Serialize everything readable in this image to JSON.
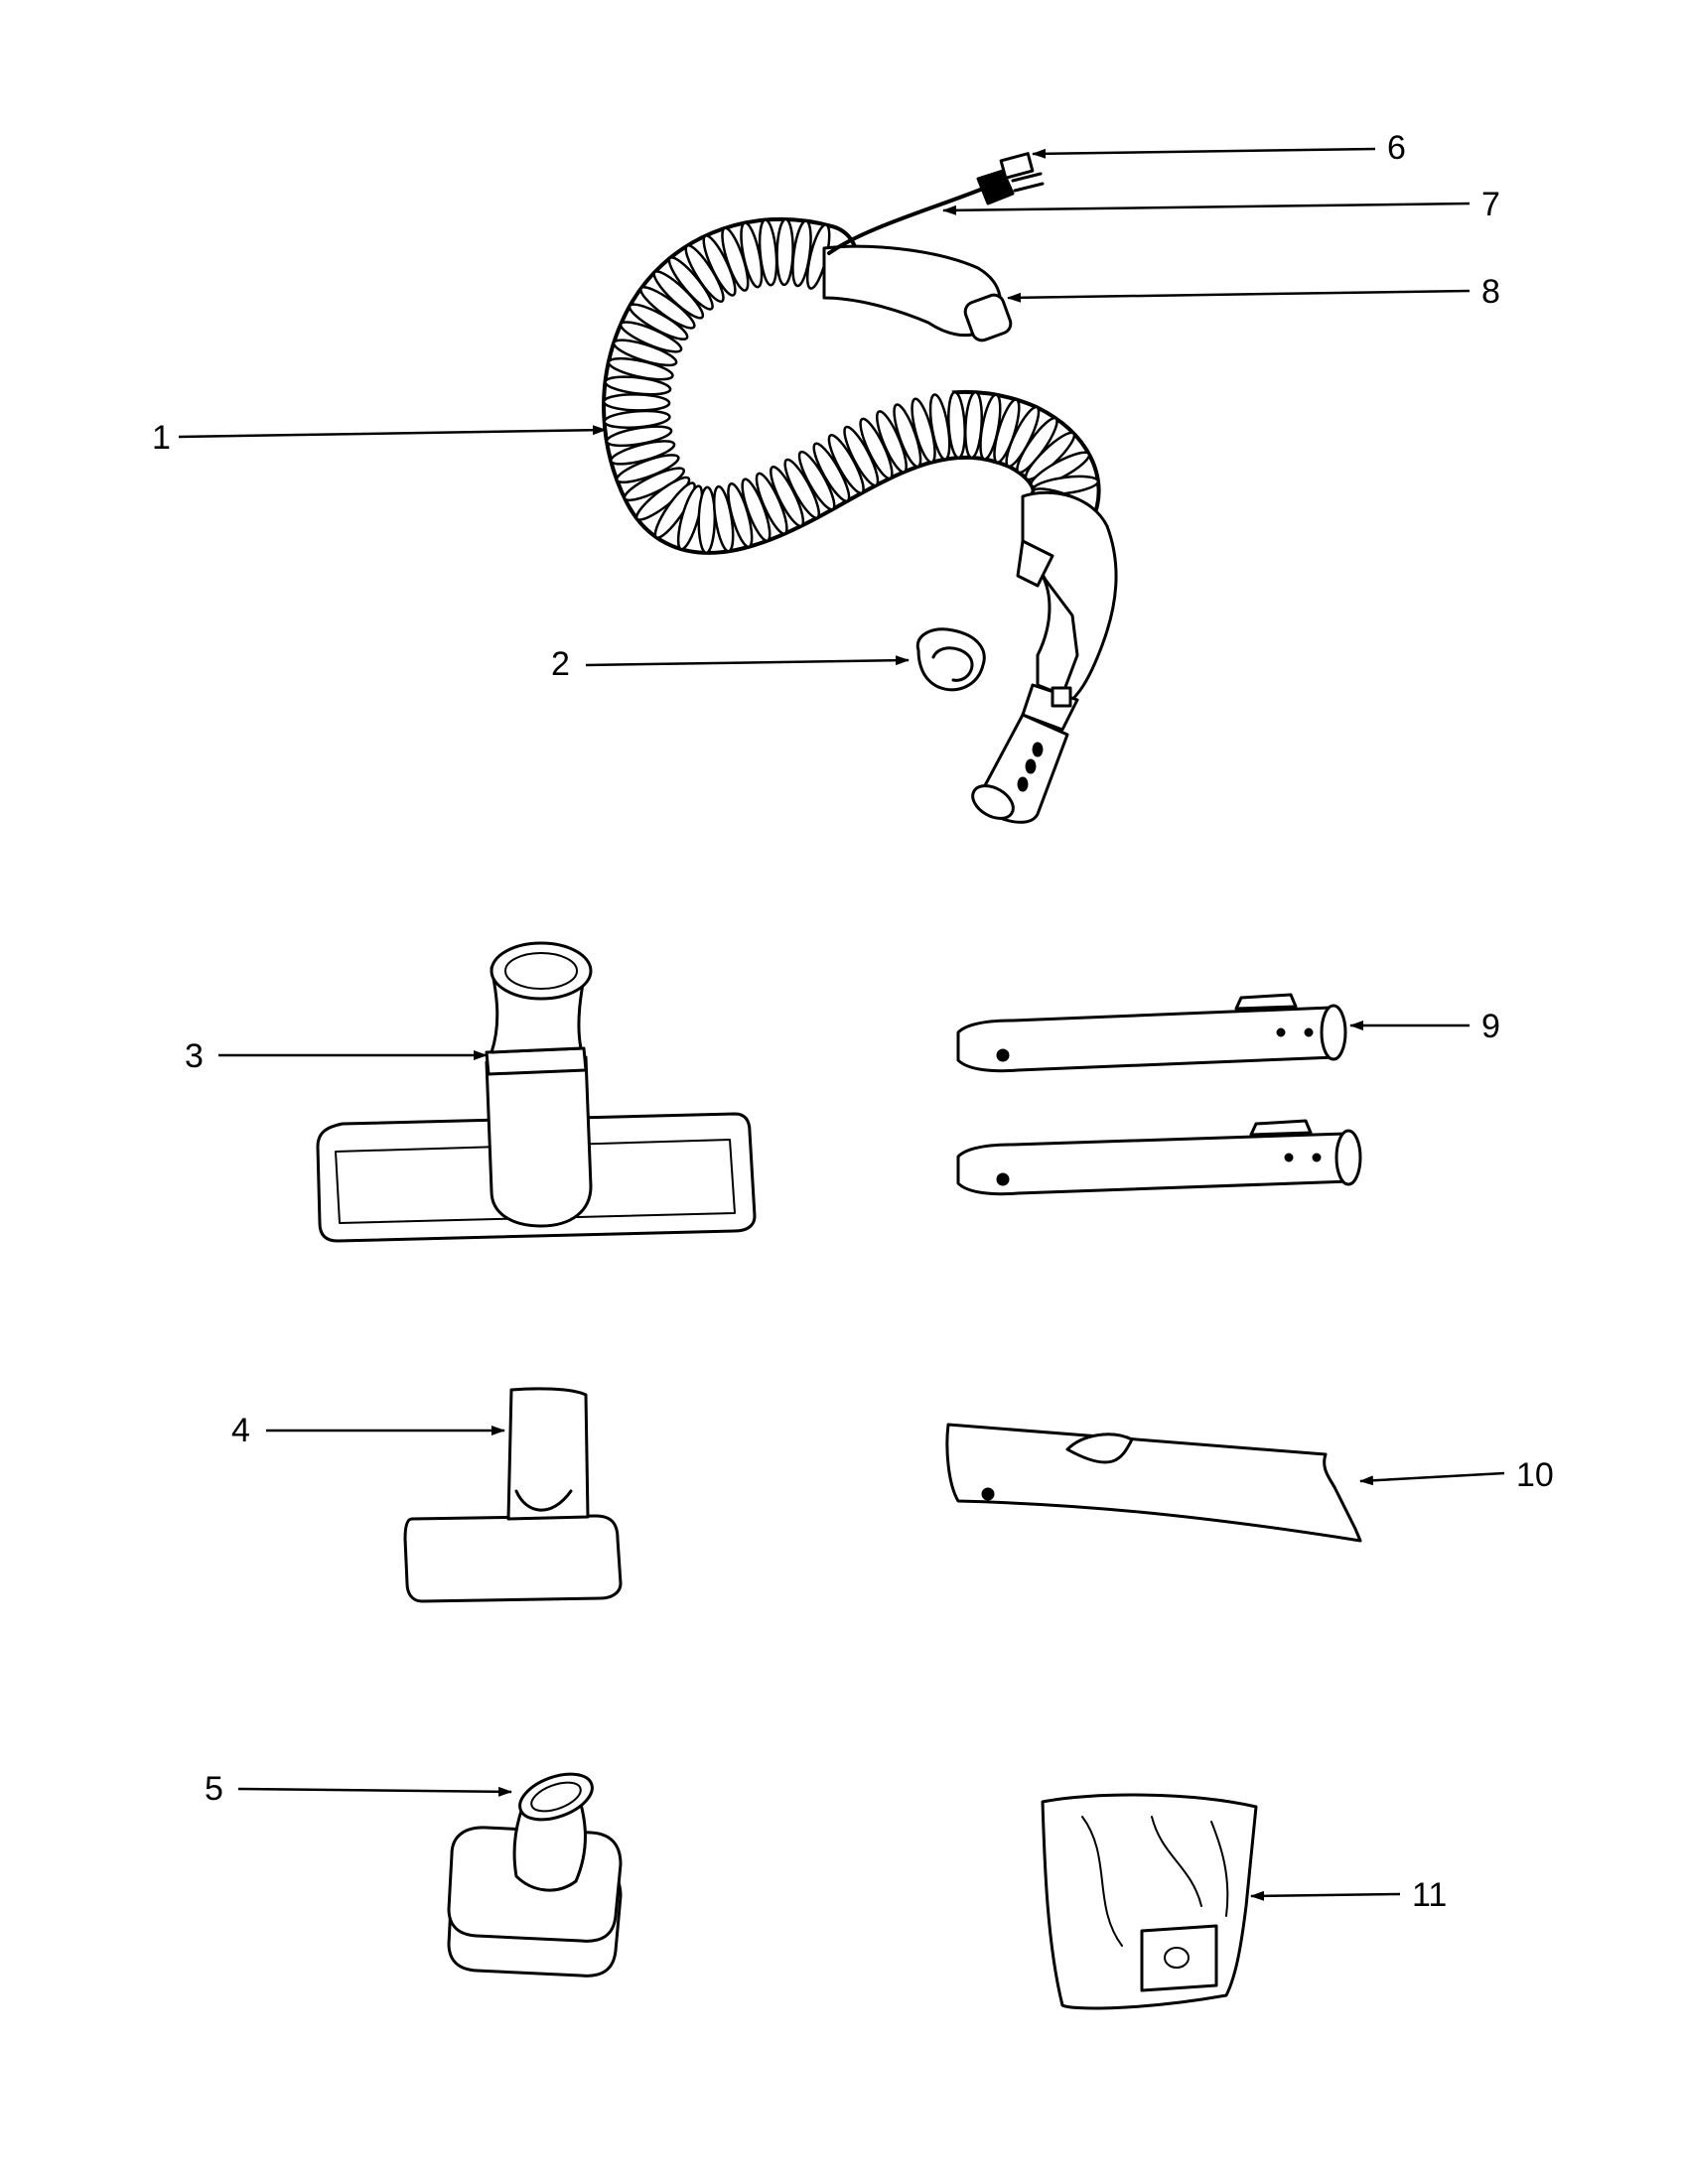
{
  "colors": {
    "ink": "#000000",
    "paper": "#ffffff"
  },
  "callouts": [
    {
      "id": "1",
      "label": "1"
    },
    {
      "id": "2",
      "label": "2"
    },
    {
      "id": "3",
      "label": "3"
    },
    {
      "id": "4",
      "label": "4"
    },
    {
      "id": "5",
      "label": "5"
    },
    {
      "id": "6",
      "label": "6"
    },
    {
      "id": "7",
      "label": "7"
    },
    {
      "id": "8",
      "label": "8"
    },
    {
      "id": "9",
      "label": "9"
    },
    {
      "id": "10",
      "label": "10"
    },
    {
      "id": "11",
      "label": "11"
    }
  ]
}
